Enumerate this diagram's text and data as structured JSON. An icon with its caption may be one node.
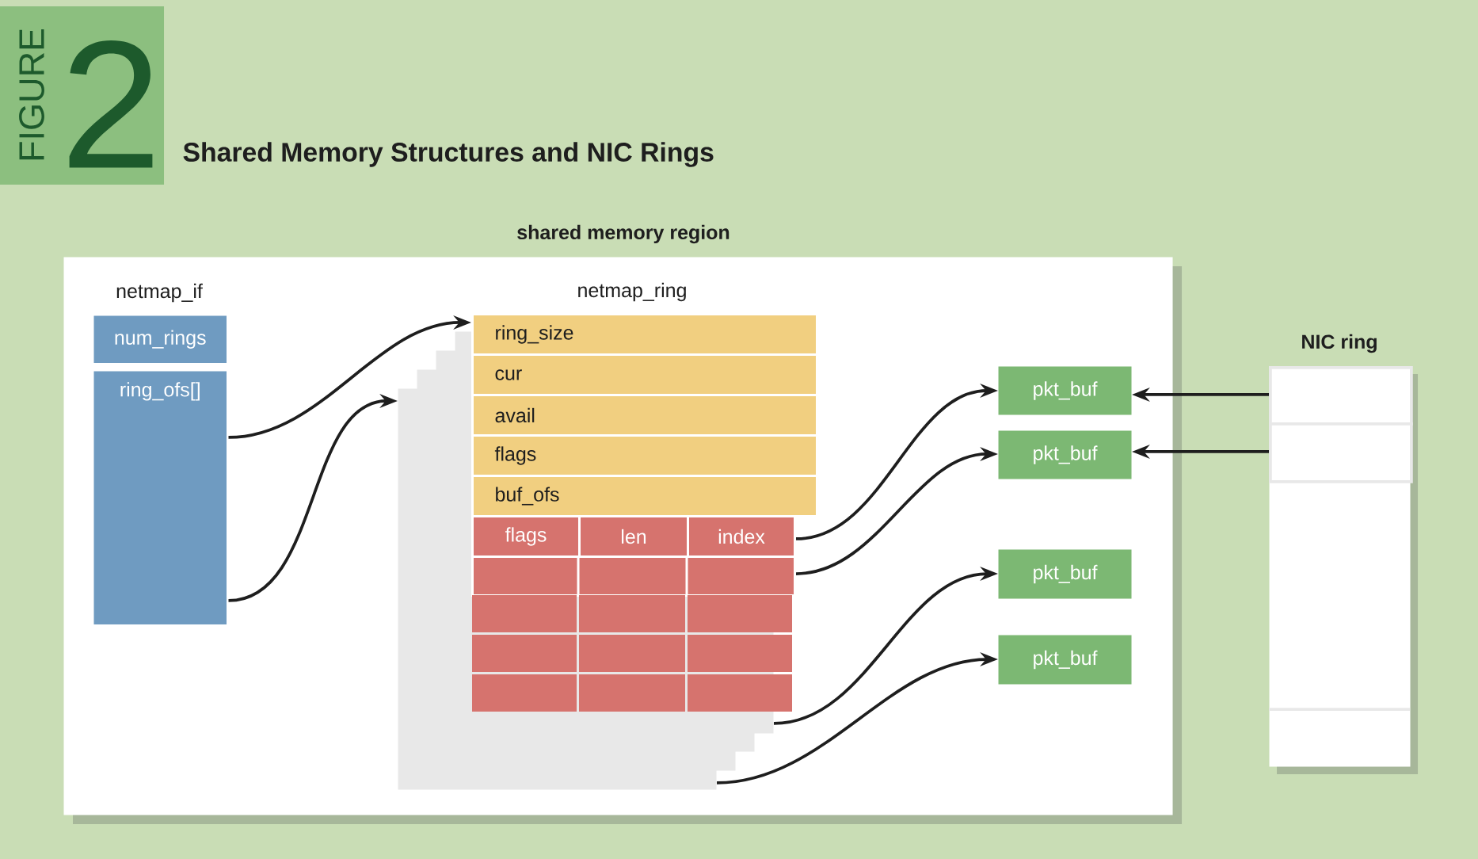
{
  "diagram": {
    "title": "Shared Memory Structures and NIC Rings",
    "nodes": [
      {
        "text": [
          "shared memory region"
        ]
      },
      {
        "text": [
          "num_rings"
        ],
        "in": 0,
        "beside": [
          "netmap_if"
        ]
      },
      {
        "text": [
          "ring_ofs[]"
        ],
        "in": 0
      },
      {
        "text": [],
        "shape": "box",
        "in": 0
      },
      {
        "text": [],
        "shape": "box",
        "in": 0
      },
      {
        "text": [],
        "shape": "box",
        "in": 0
      },
      {
        "text": [],
        "shape": "box",
        "in": 0
      },
      {
        "text": [
          "ring_size"
        ],
        "in": 0,
        "beside": [
          "netmap_ring"
        ]
      },
      {
        "text": [
          "cur"
        ],
        "in": 0
      },
      {
        "text": [
          "avail"
        ],
        "in": 0
      },
      {
        "text": [
          "flags"
        ],
        "in": 0
      },
      {
        "text": [
          "buf_ofs"
        ],
        "in": 0
      },
      {
        "text": [
          "flags"
        ]
      },
      {
        "text": [
          "len"
        ]
      },
      {
        "text": [
          "index"
        ],
        "in": 0
      },
      {
        "text": [],
        "shape": "box",
        "in": 0
      },
      {
        "text": [
          "pkt_buf"
        ],
        "in": 0
      },
      {
        "text": [
          "pkt_buf"
        ],
        "in": 0
      },
      {
        "text": [
          "pkt_buf"
        ],
        "in": 0
      },
      {
        "text": [
          "pkt_buf"
        ],
        "in": 0
      },
      {
        "text": [
          "NIC ring"
        ]
      },
      {
        "text": [],
        "shape": "box",
        "in": 20
      },
      {
        "text": [],
        "shape": "box",
        "in": 20
      }
    ],
    "edges": [
      {
        "from": 2,
        "to": 7,
        "arrow": "to"
      },
      {
        "from": 2,
        "to": 3,
        "arrow": "to"
      },
      {
        "from": 14,
        "to": 16,
        "arrow": "to"
      },
      {
        "from": 15,
        "to": 17,
        "arrow": "to"
      },
      {
        "from": 6,
        "to": 18,
        "arrow": "to"
      },
      {
        "from": 3,
        "to": 19,
        "arrow": "to"
      },
      {
        "from": 21,
        "to": 16,
        "arrow": "to"
      },
      {
        "from": 22,
        "to": 17,
        "arrow": "to"
      }
    ],
    "labels": [
      "FIGURE",
      "2"
    ]
  }
}
